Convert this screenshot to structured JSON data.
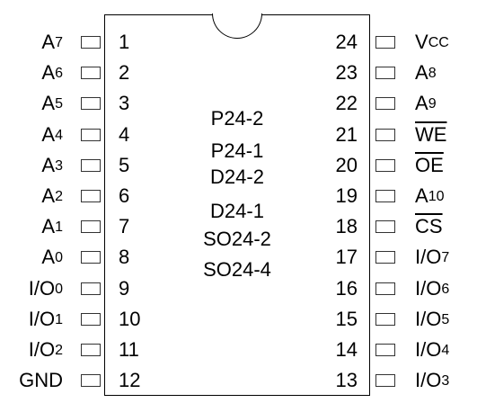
{
  "left_pins": [
    {
      "num": "1",
      "base": "A",
      "sub": "7"
    },
    {
      "num": "2",
      "base": "A",
      "sub": "6"
    },
    {
      "num": "3",
      "base": "A",
      "sub": "5"
    },
    {
      "num": "4",
      "base": "A",
      "sub": "4"
    },
    {
      "num": "5",
      "base": "A",
      "sub": "3"
    },
    {
      "num": "6",
      "base": "A",
      "sub": "2"
    },
    {
      "num": "7",
      "base": "A",
      "sub": "1"
    },
    {
      "num": "8",
      "base": "A",
      "sub": "0"
    },
    {
      "num": "9",
      "base": "I/O",
      "sub": "0"
    },
    {
      "num": "10",
      "base": "I/O",
      "sub": "1"
    },
    {
      "num": "11",
      "base": "I/O",
      "sub": "2"
    },
    {
      "num": "12",
      "base": "GND",
      "sub": ""
    }
  ],
  "right_pins": [
    {
      "num": "24",
      "base": "V",
      "sub": "CC",
      "overline": false
    },
    {
      "num": "23",
      "base": "A",
      "sub": "8",
      "overline": false
    },
    {
      "num": "22",
      "base": "A",
      "sub": "9",
      "overline": false
    },
    {
      "num": "21",
      "base": "WE",
      "sub": "",
      "overline": true
    },
    {
      "num": "20",
      "base": "OE",
      "sub": "",
      "overline": true
    },
    {
      "num": "19",
      "base": "A",
      "sub": "10",
      "overline": false
    },
    {
      "num": "18",
      "base": "CS",
      "sub": "",
      "overline": true
    },
    {
      "num": "17",
      "base": "I/O",
      "sub": "7",
      "overline": false
    },
    {
      "num": "16",
      "base": "I/O",
      "sub": "6",
      "overline": false
    },
    {
      "num": "15",
      "base": "I/O",
      "sub": "5",
      "overline": false
    },
    {
      "num": "14",
      "base": "I/O",
      "sub": "4",
      "overline": false
    },
    {
      "num": "13",
      "base": "I/O",
      "sub": "3",
      "overline": false
    }
  ],
  "packages": [
    "P24-2",
    "P24-1",
    "D24-2",
    "D24-1",
    "SO24-2",
    "SO24-4"
  ]
}
